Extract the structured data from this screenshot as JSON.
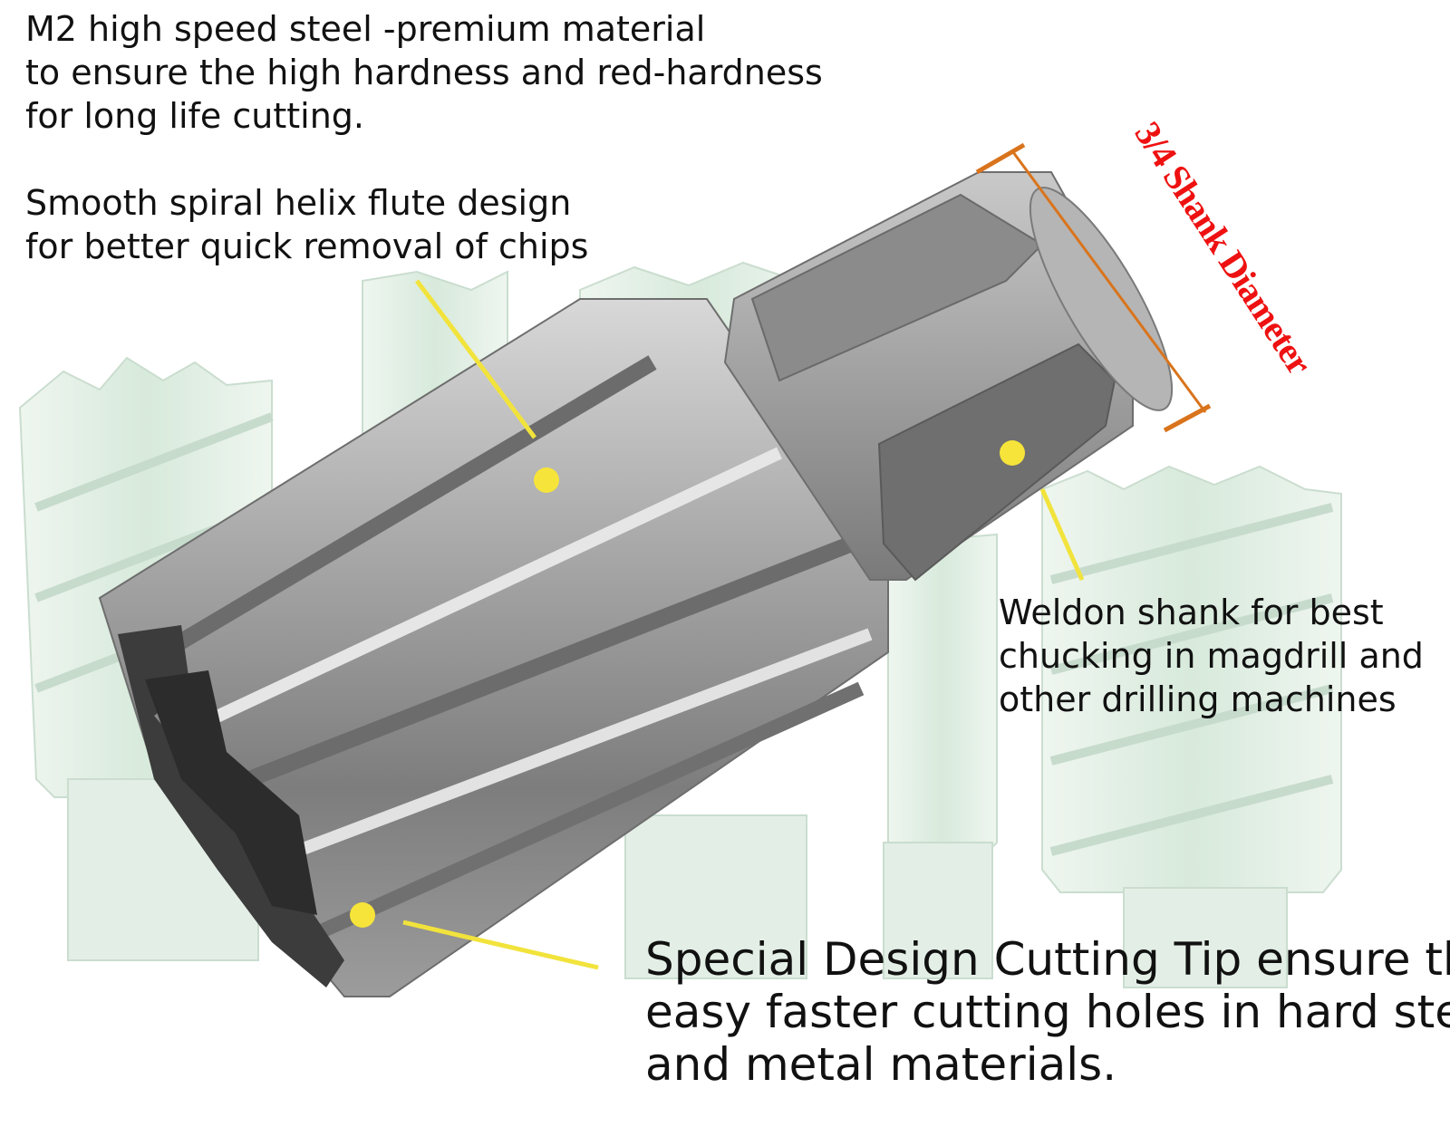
{
  "colors": {
    "callout_dot": "#f7e43a",
    "callout_line": "#f2e33c",
    "dimension_line": "#d9741c",
    "shank_label": "#ee1111",
    "ghost_cutter": "#dfeee3",
    "steel": "#8e8e8e"
  },
  "callouts": {
    "material": {
      "lines": [
        "M2 high speed steel -premium material",
        "to ensure the high hardness and red-hardness",
        "for long life cutting."
      ]
    },
    "flute": {
      "lines": [
        "Smooth spiral helix flute  design",
        "for better quick removal of chips"
      ]
    },
    "weldon": {
      "lines": [
        "Weldon shank for best",
        "chucking in  magdrill and",
        "other drilling machines"
      ]
    },
    "tip": {
      "lines": [
        "Special Design Cutting Tip ensure the",
        "easy faster cutting holes in hard steel,",
        "and metal materials."
      ]
    }
  },
  "dimension": {
    "label": "3/4 Shank Diameter"
  }
}
